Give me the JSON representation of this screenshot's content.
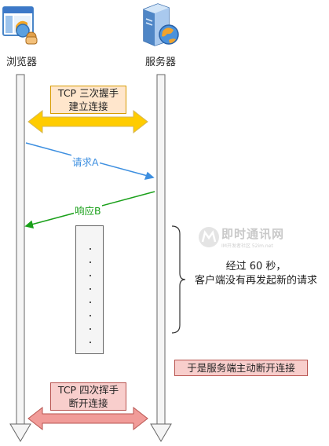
{
  "actors": {
    "browser": {
      "label": "浏览器",
      "icon": "browser-window-icon"
    },
    "server": {
      "label": "服务器",
      "icon": "server-globe-icon"
    }
  },
  "handshake": {
    "line1": "TCP 三次握手",
    "line2": "建立连接",
    "color": "#ffcc00"
  },
  "request": {
    "label": "请求A",
    "color": "#3d8fe0"
  },
  "response": {
    "label": "响应B",
    "color": "#1aa01a"
  },
  "idle": {
    "line1": "经过 60 秒，",
    "line2": "客户端没有再发起新的请求"
  },
  "server_close_note": {
    "text": "于是服务端主动断开连接",
    "color": "#f8cecc"
  },
  "wave": {
    "line1": "TCP 四次挥手",
    "line2": "断开连接",
    "color": "#f19c99"
  },
  "watermark": {
    "logo_text": "即时通讯网",
    "sub_text": "IM开发者社区 52im.net"
  }
}
